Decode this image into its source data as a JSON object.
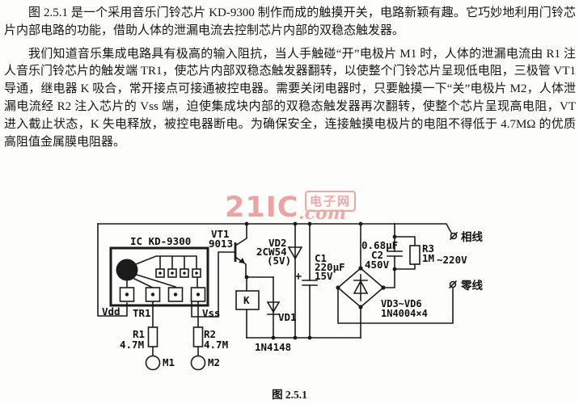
{
  "doc": {
    "paragraphs": [
      "图 2.5.1 是一个采用音乐门铃芯片 KD-9300 制作而成的触摸开关，电路新颖有趣。它巧妙地利用门铃芯片内部电路的功能，借助人体的泄漏电流去控制芯片内部的双稳态触发器。",
      "我们知道音乐集成电路具有极高的输入阻抗，当人手触碰“开”电极片 M1 时，人体的泄漏电流由 R1 注人音乐门铃芯片的触发端 TR1，使芯片内部双稳态触发器翻转，以使整个门铃芯片呈现低电阻，三极管 VT1 导通，继电器 K 吸合，常开接点可接通被控电器。需要关闭电器时，只要触摸一下“关”电极片 M2，人体泄漏电流经 R2 注入芯片的 Vss 端，迫使集成块内部的双稳态触发器再次翻转，使整个芯片呈现高电阻，VT 进入截止状态，K 失电释放，被控电器断电。为确保安全，连接触摸电极片的电阻不得低于 4.7MΩ 的优质高阻值金属膜电阻器。"
    ],
    "caption": "图 2.5.1"
  },
  "watermark": {
    "big": "21IC",
    "boxed": "电子网",
    "script": ".com",
    "color": "#efa8a8"
  },
  "schematic": {
    "ic_label": "IC KD-9300",
    "pin_vdd": "Vdd",
    "pin_tr1": "TR1",
    "pin_vss": "Vss",
    "vt1": {
      "ref": "VT1",
      "model": "9013"
    },
    "vd1": {
      "ref": "VD1",
      "model": "1N4148"
    },
    "vd2": {
      "ref": "VD2",
      "model": "2CW54",
      "note": "(5V)"
    },
    "c1": {
      "ref": "C1",
      "value": "220µF",
      "voltage": "15V"
    },
    "c2": {
      "value": "0.68µF",
      "ref": "C2",
      "voltage": "450V"
    },
    "r1": {
      "ref": "R1",
      "value": "4.7M"
    },
    "r2": {
      "ref": "R2",
      "value": "4.7M"
    },
    "r3": {
      "ref": "R3",
      "value": "1M"
    },
    "relay_label": "K",
    "bridge": {
      "refs": "VD3~VD6",
      "model": "1N4004×4"
    },
    "m1_label": "M1",
    "m2_label": "M2",
    "mains_voltage": "~220V",
    "live_label": "相线",
    "neutral_label": "零线"
  }
}
